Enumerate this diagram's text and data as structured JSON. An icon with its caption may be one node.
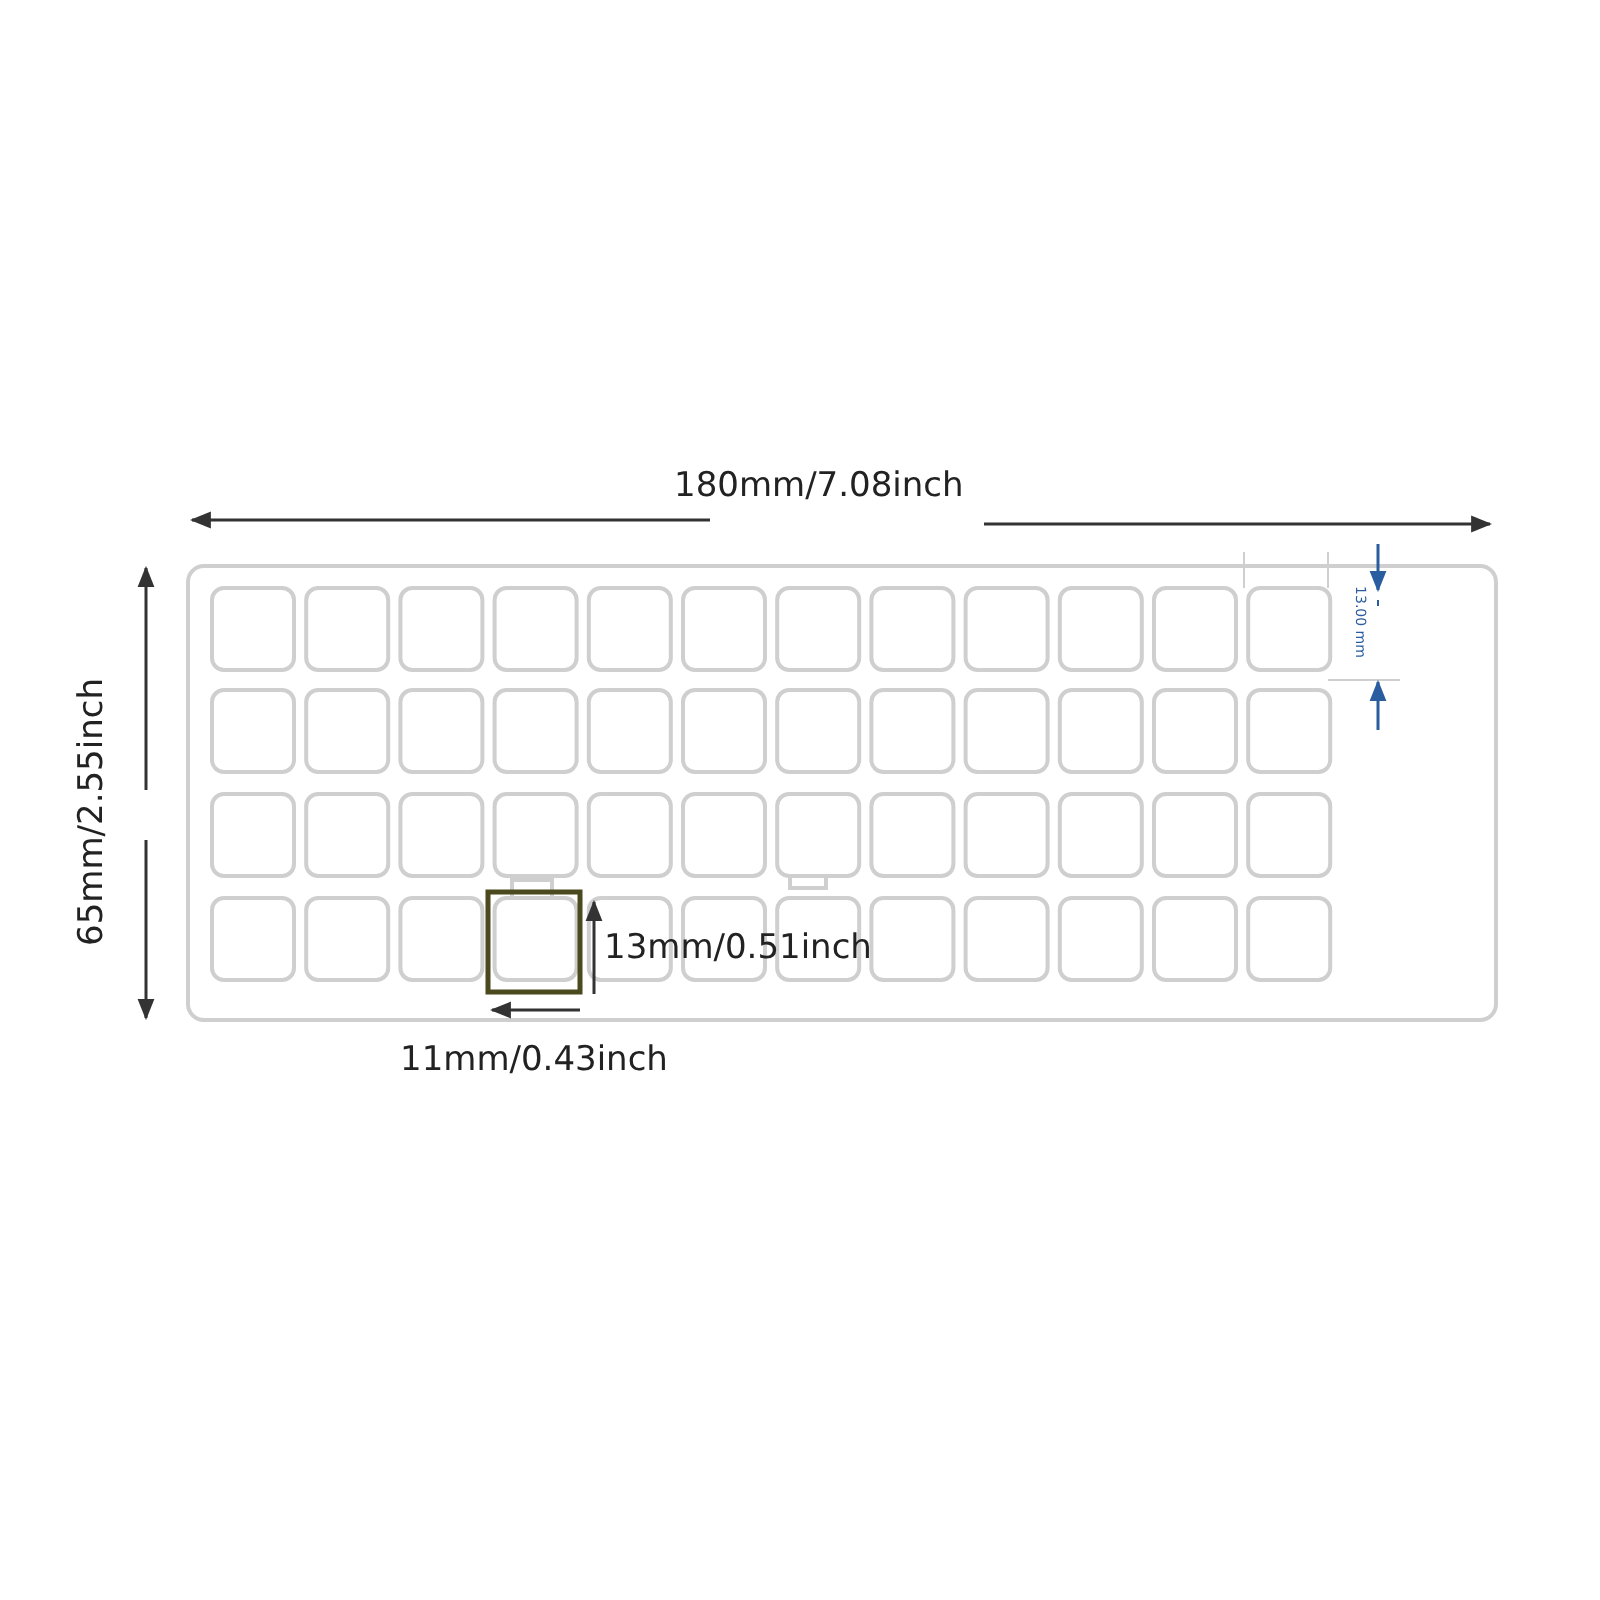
{
  "diagram": {
    "labels": [
      "180mm/7.08inch",
      "13.00 mm",
      "65mm/2.55inch",
      "13mm/0.51inch",
      "11mm/0.43inch"
    ]
  }
}
